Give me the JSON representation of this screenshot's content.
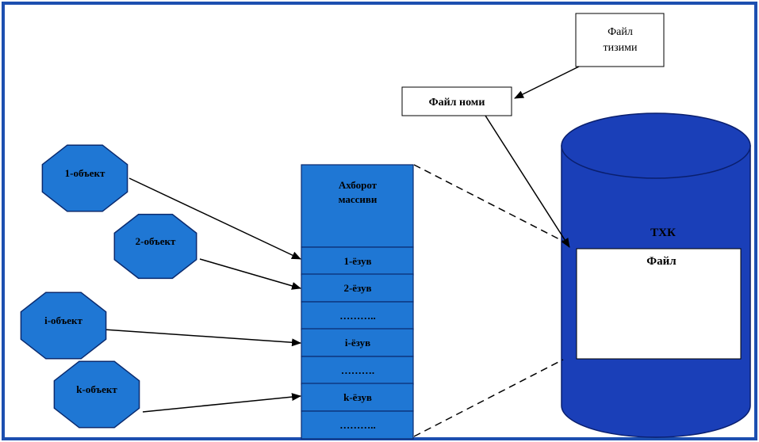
{
  "colors": {
    "frame": "#1c4fb0",
    "shape_fill": "#1f77d4",
    "shape_stroke": "#0a2a6e",
    "cylinder_fill": "#1a3fb8",
    "cylinder_stroke": "#0a1f6e",
    "line": "#000000",
    "label_dark": "#000000"
  },
  "objects": [
    {
      "label": "1-объект"
    },
    {
      "label": "2-объект"
    },
    {
      "label": "i-объект"
    },
    {
      "label": "k-объект"
    }
  ],
  "array": {
    "header": "Ахборот массиви",
    "header_line1": "Ахборот",
    "header_line2": "массиви",
    "rows": [
      "1-ёзув",
      "2-ёзув",
      "………..",
      "i-ёзув",
      "……….",
      "k-ёзув",
      "……….."
    ]
  },
  "file_system": {
    "line1": "Файл",
    "line2": "тизими"
  },
  "file_name": "Файл номи",
  "storage": {
    "label": "ТХК",
    "file": "Файл"
  }
}
